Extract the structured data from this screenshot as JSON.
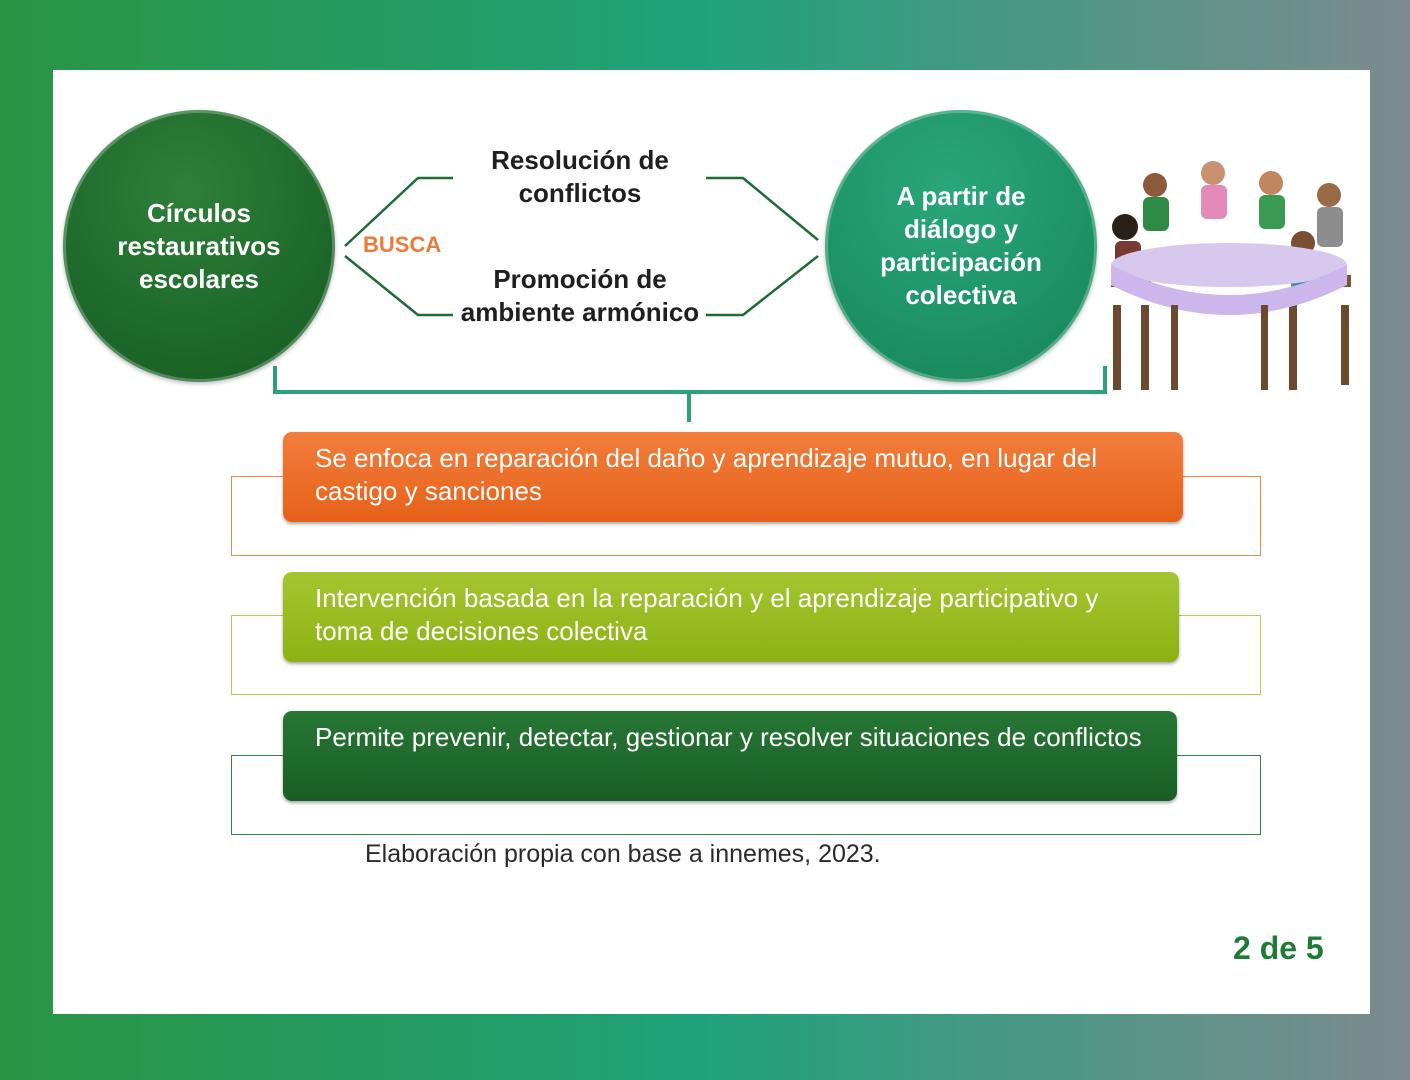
{
  "diagram": {
    "left_circle": "Círculos restaurativos escolares",
    "connector_label": "BUSCA",
    "goal_1": "Resolución de conflictos",
    "goal_2": "Promoción de ambiente armónico",
    "right_circle": "A partir de diálogo y participación colectiva",
    "illustration": "people-around-table-illustration"
  },
  "bars": [
    {
      "text": "Se enfoca en reparación del daño y aprendizaje mutuo, en lugar del castigo y sanciones",
      "color": "#f07a30"
    },
    {
      "text": "Intervención basada en la reparación  y el aprendizaje participativo y toma de decisiones colectiva",
      "color": "#9cc21d"
    },
    {
      "text": "Permite prevenir, detectar, gestionar y resolver  situaciones de conflictos",
      "color": "#1f6a2c"
    }
  ],
  "caption": "Elaboración propia con base a  innemes, 2023.",
  "page_counter": "2 de 5"
}
